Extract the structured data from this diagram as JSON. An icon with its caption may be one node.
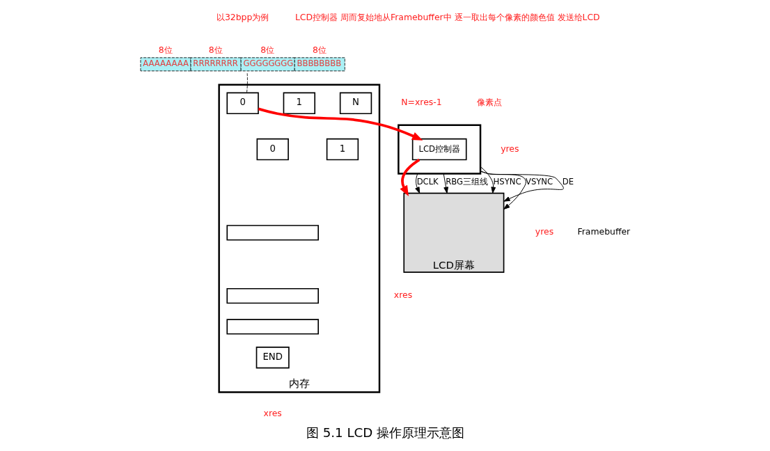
{
  "diagram": {
    "caption": "图 5.1 LCD 操作原理示意图",
    "nodes": [
      {
        "text": [
          "内存"
        ]
      },
      {
        "text": [
          "0"
        ],
        "in": 0
      },
      {
        "text": [
          "1"
        ],
        "in": 0
      },
      {
        "text": [
          "N"
        ],
        "in": 0
      },
      {
        "text": [
          "0"
        ],
        "in": 0
      },
      {
        "text": [
          "1"
        ],
        "in": 0
      },
      {
        "text": [],
        "shape": "box",
        "in": 0
      },
      {
        "text": [],
        "shape": "box",
        "in": 0
      },
      {
        "text": [],
        "shape": "box",
        "in": 0
      },
      {
        "text": [
          "END"
        ],
        "in": 0
      },
      {
        "text": [
          "AAAAAAAA",
          "RRRRRRRR",
          "GGGGGGGG",
          "BBBBBBBB"
        ],
        "beside": [
          "8位",
          "8位",
          "8位",
          "8位"
        ]
      },
      {
        "text": [],
        "shape": "box"
      },
      {
        "text": [
          "LCD控制器"
        ],
        "in": 11
      },
      {
        "text": [
          "LCD屏幕"
        ]
      }
    ],
    "edges": [
      {
        "from": 10,
        "to": 1,
        "arrow": "none",
        "style": "dashed"
      },
      {
        "from": 1,
        "to": 12,
        "arrow": "to",
        "style": "thick",
        "color": "#ff0000"
      },
      {
        "from": 12,
        "to": 13,
        "arrow": "to",
        "style": "thick",
        "color": "#ff0000"
      },
      {
        "from": 11,
        "to": 13,
        "arrow": "to",
        "label": "DCLK"
      },
      {
        "from": 11,
        "to": 13,
        "arrow": "to",
        "label": "RBG三组线"
      },
      {
        "from": 11,
        "to": 13,
        "arrow": "to",
        "label": "HSYNC"
      },
      {
        "from": 11,
        "to": 13,
        "arrow": "to",
        "label": "VSYNC"
      },
      {
        "from": 11,
        "to": 13,
        "arrow": "to",
        "label": "DE"
      }
    ],
    "labels": [
      "LCD控制器 周而复始地从Framebuffer中 逐一取出每个像素的颜色值 发送给LCD",
      "以32bpp为例",
      "N=xres-1",
      "像素点",
      "Framebuffer",
      "yres",
      "xres",
      "yres",
      "xres"
    ]
  }
}
